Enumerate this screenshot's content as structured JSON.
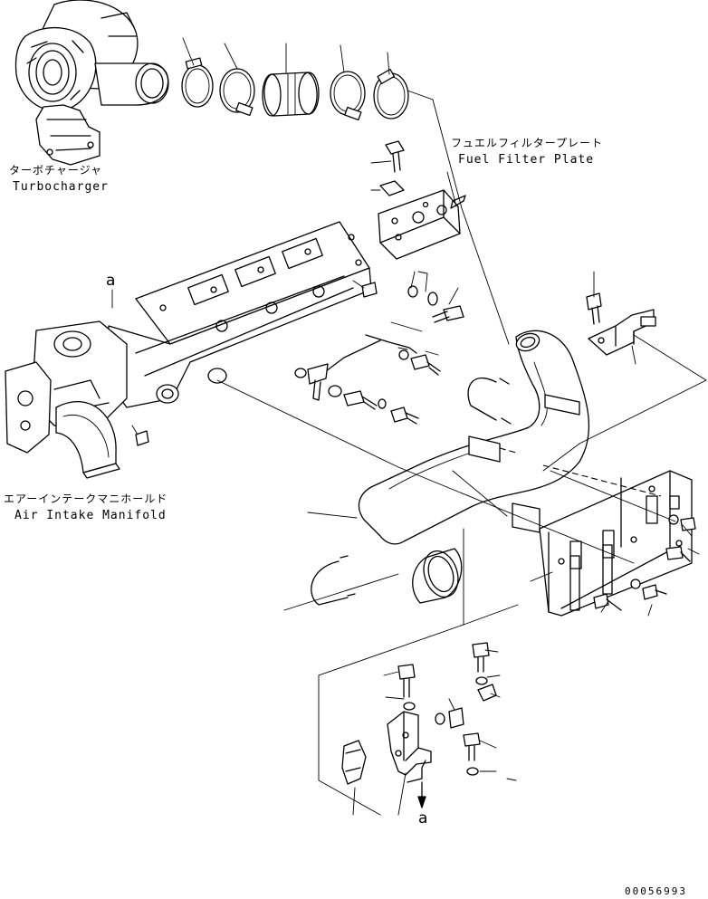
{
  "labels": {
    "turbocharger_jp": "ターボチャージャ",
    "turbocharger_en": "Turbocharger",
    "fuel_filter_plate_jp": "フュエルフィルタープレート",
    "fuel_filter_plate_en": "Fuel Filter Plate",
    "air_intake_manifold_jp": "エアーインテークマニホールド",
    "air_intake_manifold_en": "Air Intake Manifold"
  },
  "markers": {
    "ref_a_top": "a",
    "ref_a_bottom": "a"
  },
  "document_number": "00056993",
  "colors": {
    "line": "#000000",
    "background": "#ffffff"
  }
}
